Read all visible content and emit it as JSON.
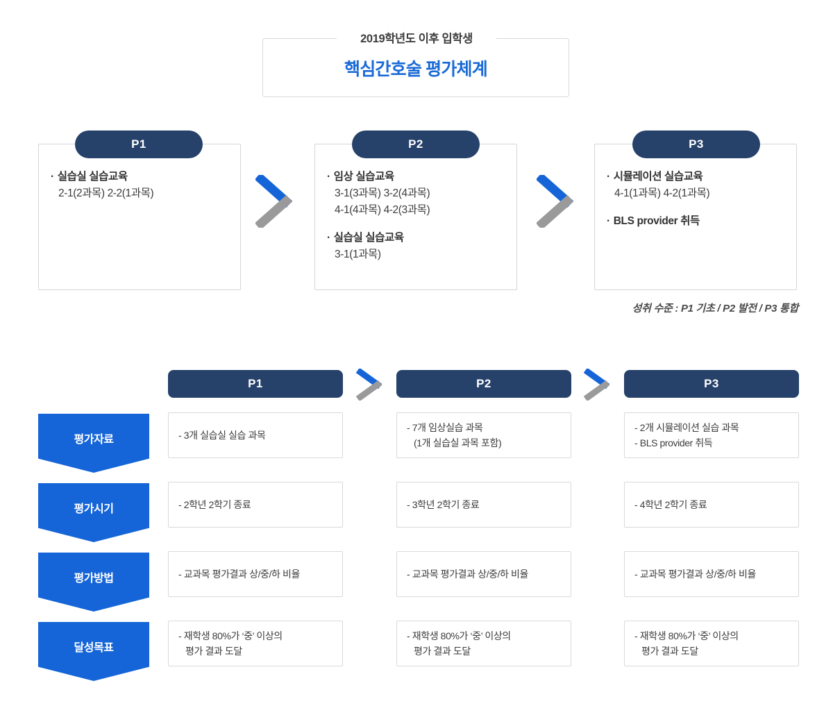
{
  "title": {
    "legend": "2019학년도 이후 입학생",
    "main": "핵심간호술 평가체계",
    "main_color": "#1a6ad6"
  },
  "colors": {
    "pill_navy": "#26416a",
    "accent_blue": "#1565d8",
    "chevron_blue": "#1565d8",
    "chevron_gray": "#9a9a9a",
    "border_gray": "#d9d9d9"
  },
  "phases": [
    {
      "pill": "P1",
      "groups": [
        {
          "head": "실습실 실습교육",
          "lines": [
            "2-1(2과목) 2-2(1과목)"
          ]
        }
      ]
    },
    {
      "pill": "P2",
      "groups": [
        {
          "head": "임상 실습교육",
          "lines": [
            "3-1(3과목) 3-2(4과목)",
            "4-1(4과목) 4-2(3과목)"
          ]
        },
        {
          "head": "실습실 실습교육",
          "lines": [
            "3-1(1과목)"
          ]
        }
      ]
    },
    {
      "pill": "P3",
      "groups": [
        {
          "head": "시뮬레이션 실습교육",
          "lines": [
            "4-1(1과목) 4-2(1과목)"
          ]
        },
        {
          "head": "BLS provider 취득",
          "lines": []
        }
      ]
    }
  ],
  "achievement_note": "성취 수준 : P1 기초 / P2  발전 / P3 통합",
  "matrix": {
    "columns": [
      "P1",
      "P2",
      "P3"
    ],
    "rows": [
      {
        "label": "평가자료",
        "cells": [
          {
            "lines": [
              {
                "text": "- 3개 실습실 실습 과목",
                "indent": false
              }
            ]
          },
          {
            "lines": [
              {
                "text": "- 7개 임상실습 과목",
                "indent": false
              },
              {
                "text": "(1개 실습실 과목 포함)",
                "indent": true
              }
            ]
          },
          {
            "lines": [
              {
                "text": "- 2개 시뮬레이션 실습 과목",
                "indent": false
              },
              {
                "text": "- BLS provider 취득",
                "indent": false
              }
            ]
          }
        ]
      },
      {
        "label": "평가시기",
        "cells": [
          {
            "lines": [
              {
                "text": "- 2학년 2학기 종료",
                "indent": false
              }
            ]
          },
          {
            "lines": [
              {
                "text": "- 3학년 2학기 종료",
                "indent": false
              }
            ]
          },
          {
            "lines": [
              {
                "text": "- 4학년 2학기 종료",
                "indent": false
              }
            ]
          }
        ]
      },
      {
        "label": "평가방법",
        "cells": [
          {
            "lines": [
              {
                "text": "- 교과목 평가결과 상/중/하 비율",
                "indent": false
              }
            ]
          },
          {
            "lines": [
              {
                "text": "- 교과목 평가결과 상/중/하 비율",
                "indent": false
              }
            ]
          },
          {
            "lines": [
              {
                "text": "- 교과목 평가결과 상/중/하 비율",
                "indent": false
              }
            ]
          }
        ]
      },
      {
        "label": "달성목표",
        "cells": [
          {
            "lines": [
              {
                "text": "- 재학생 80%가 ‘중’ 이상의",
                "indent": false
              },
              {
                "text": "평가 결과 도달",
                "indent": true
              }
            ]
          },
          {
            "lines": [
              {
                "text": "- 재학생 80%가 ‘중’ 이상의",
                "indent": false
              },
              {
                "text": "평가 결과 도달",
                "indent": true
              }
            ]
          },
          {
            "lines": [
              {
                "text": "- 재학생 80%가 ‘중’ 이상의",
                "indent": false
              },
              {
                "text": "평가 결과 도달",
                "indent": true
              }
            ]
          }
        ]
      }
    ]
  },
  "icons": {
    "chevron": "chevron-right-icon"
  }
}
